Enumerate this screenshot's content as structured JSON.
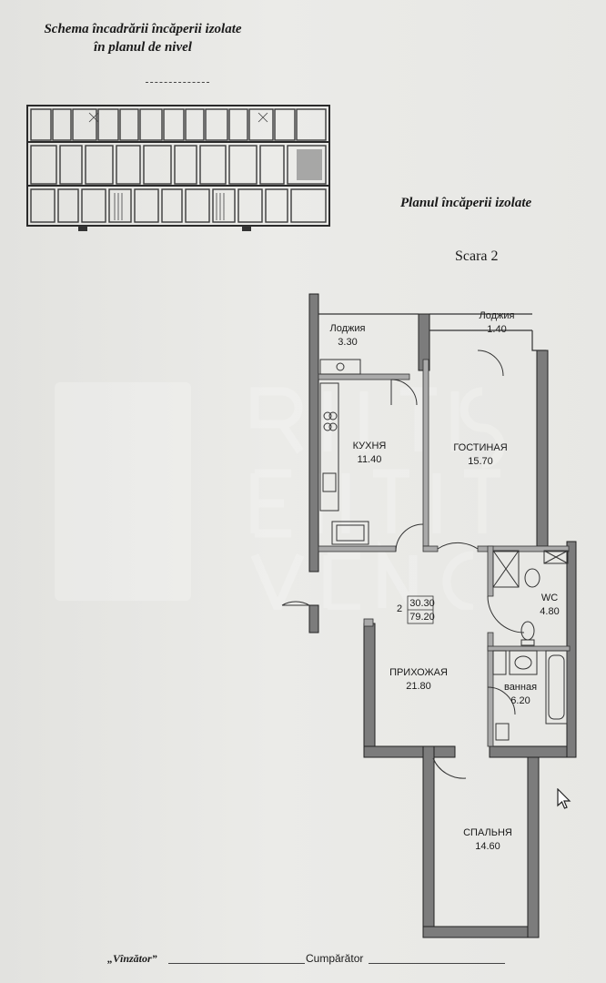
{
  "header": {
    "line1": "Schema încadrării încăperii izolate",
    "line2": "în planul de nivel"
  },
  "plan_title": "Planul încăperii izolate",
  "scale_label": "Scara 2",
  "rooms": {
    "loggia_left": {
      "name": "Лоджия",
      "area": "3.30"
    },
    "loggia_right": {
      "name": "Лоджия",
      "area": "1.40"
    },
    "kitchen": {
      "name": "КУХНЯ",
      "area": "11.40"
    },
    "living": {
      "name": "ГОСТИНАЯ",
      "area": "15.70"
    },
    "wc": {
      "name": "WC",
      "area": "4.80"
    },
    "hall": {
      "name": "ПРИХОЖАЯ",
      "area": "21.80"
    },
    "bath": {
      "name": "ванная",
      "area": "6.20"
    },
    "bedroom": {
      "name": "СПАЛЬНЯ",
      "area": "14.60"
    }
  },
  "apartment": {
    "rooms_count": "2",
    "living_area": "30.30",
    "total_area": "79.20"
  },
  "signatures": {
    "seller": "„Vînzător”",
    "buyer": "Cumpărător"
  }
}
